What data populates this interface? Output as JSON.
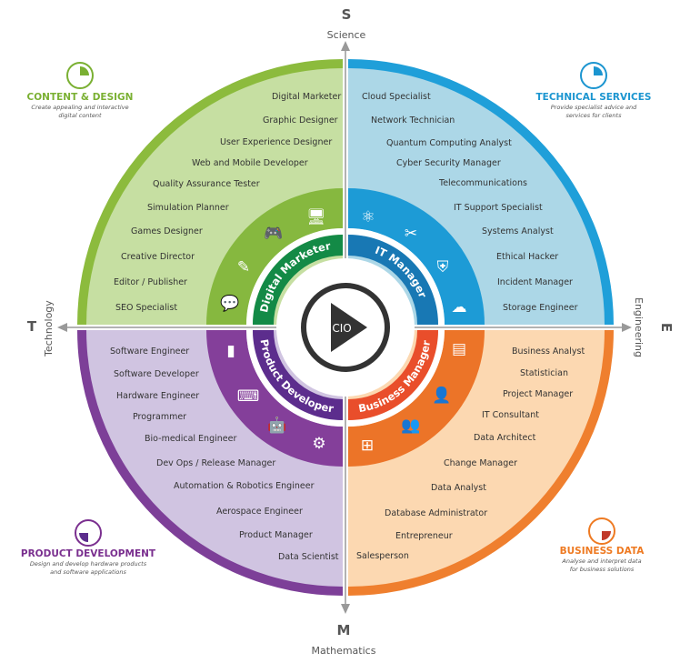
{
  "axes": {
    "top": {
      "letter": "S",
      "word": "Science"
    },
    "bottom": {
      "letter": "M",
      "word": "Mathematics"
    },
    "left": {
      "letter": "T",
      "word": "Technology"
    },
    "right": {
      "letter": "E",
      "word": "Engineering"
    }
  },
  "center": {
    "label": "CIO",
    "icon": "play-icon"
  },
  "quadrants": [
    {
      "key": "content-design",
      "title": "CONTENT & DESIGN",
      "description": [
        "Create appealing and interactive",
        "digital content"
      ],
      "role": "Digital Marketer",
      "colors": {
        "outer": "#8cbb3d",
        "light": "#c6dfa2",
        "band": "#86b83f",
        "role": "#138a46",
        "title": "#7ab032"
      },
      "icons": [
        "monitor-icon",
        "gamepad-icon",
        "pencils-icon",
        "chat-bubbles-icon"
      ],
      "items": [
        "Digital Marketer",
        "Graphic Designer",
        "User Experience Designer",
        "Web and Mobile Developer",
        "Quality Assurance Tester",
        "Simulation Planner",
        "Games Designer",
        "Creative Director",
        "Editor / Publisher",
        "SEO Specialist"
      ]
    },
    {
      "key": "technical-services",
      "title": "TECHNICAL SERVICES",
      "description": [
        "Provide specialist advice and",
        "services for clients"
      ],
      "role": "IT Manager",
      "colors": {
        "outer": "#1f9fd9",
        "light": "#acd7e7",
        "band": "#1d9bd6",
        "role": "#1878b4",
        "title": "#1b95d0"
      },
      "icons": [
        "atom-icon",
        "tools-icon",
        "shield-check-icon",
        "cloud-upload-icon"
      ],
      "items": [
        "Cloud Specialist",
        "Network Technician",
        "Quantum Computing Analyst",
        "Cyber Security Manager",
        "Telecommunications",
        "IT Support Specialist",
        "Systems Analyst",
        "Ethical Hacker",
        "Incident Manager",
        "Storage Engineer"
      ]
    },
    {
      "key": "product-development",
      "title": "PRODUCT DEVELOPMENT",
      "description": [
        "Design and develop hardware products",
        "and software applications"
      ],
      "role": "Product Developer",
      "colors": {
        "outer": "#7d3f98",
        "light": "#d0c4e1",
        "band": "#843f9a",
        "role": "#5c2d8d",
        "title": "#7a2f8f"
      },
      "icons": [
        "shopping-bag-icon",
        "code-monitor-icon",
        "robot-icon",
        "gears-icon"
      ],
      "items": [
        "Software Engineer",
        "Software Developer",
        "Hardware Engineer",
        "Programmer",
        "Bio-medical Engineer",
        "Dev Ops / Release Manager",
        "Automation & Robotics Engineer",
        "Aerospace Engineer",
        "Product Manager",
        "Data Scientist"
      ]
    },
    {
      "key": "business-data",
      "title": "BUSINESS DATA",
      "description": [
        "Analyse and interpret data",
        "for business solutions"
      ],
      "role": "Business Manager",
      "colors": {
        "outer": "#ef7f2e",
        "light": "#fcd8b1",
        "band": "#ec7428",
        "role": "#e94e2b",
        "title": "#ee7a22"
      },
      "icons": [
        "presentation-icon",
        "person-icon",
        "team-icon",
        "org-chart-icon"
      ],
      "items": [
        "Business Analyst",
        "Statistician",
        "Project Manager",
        "IT Consultant",
        "Data Architect",
        "Change Manager",
        "Data Analyst",
        "Database Administrator",
        "Entrepreneur",
        "Salesperson"
      ]
    }
  ]
}
